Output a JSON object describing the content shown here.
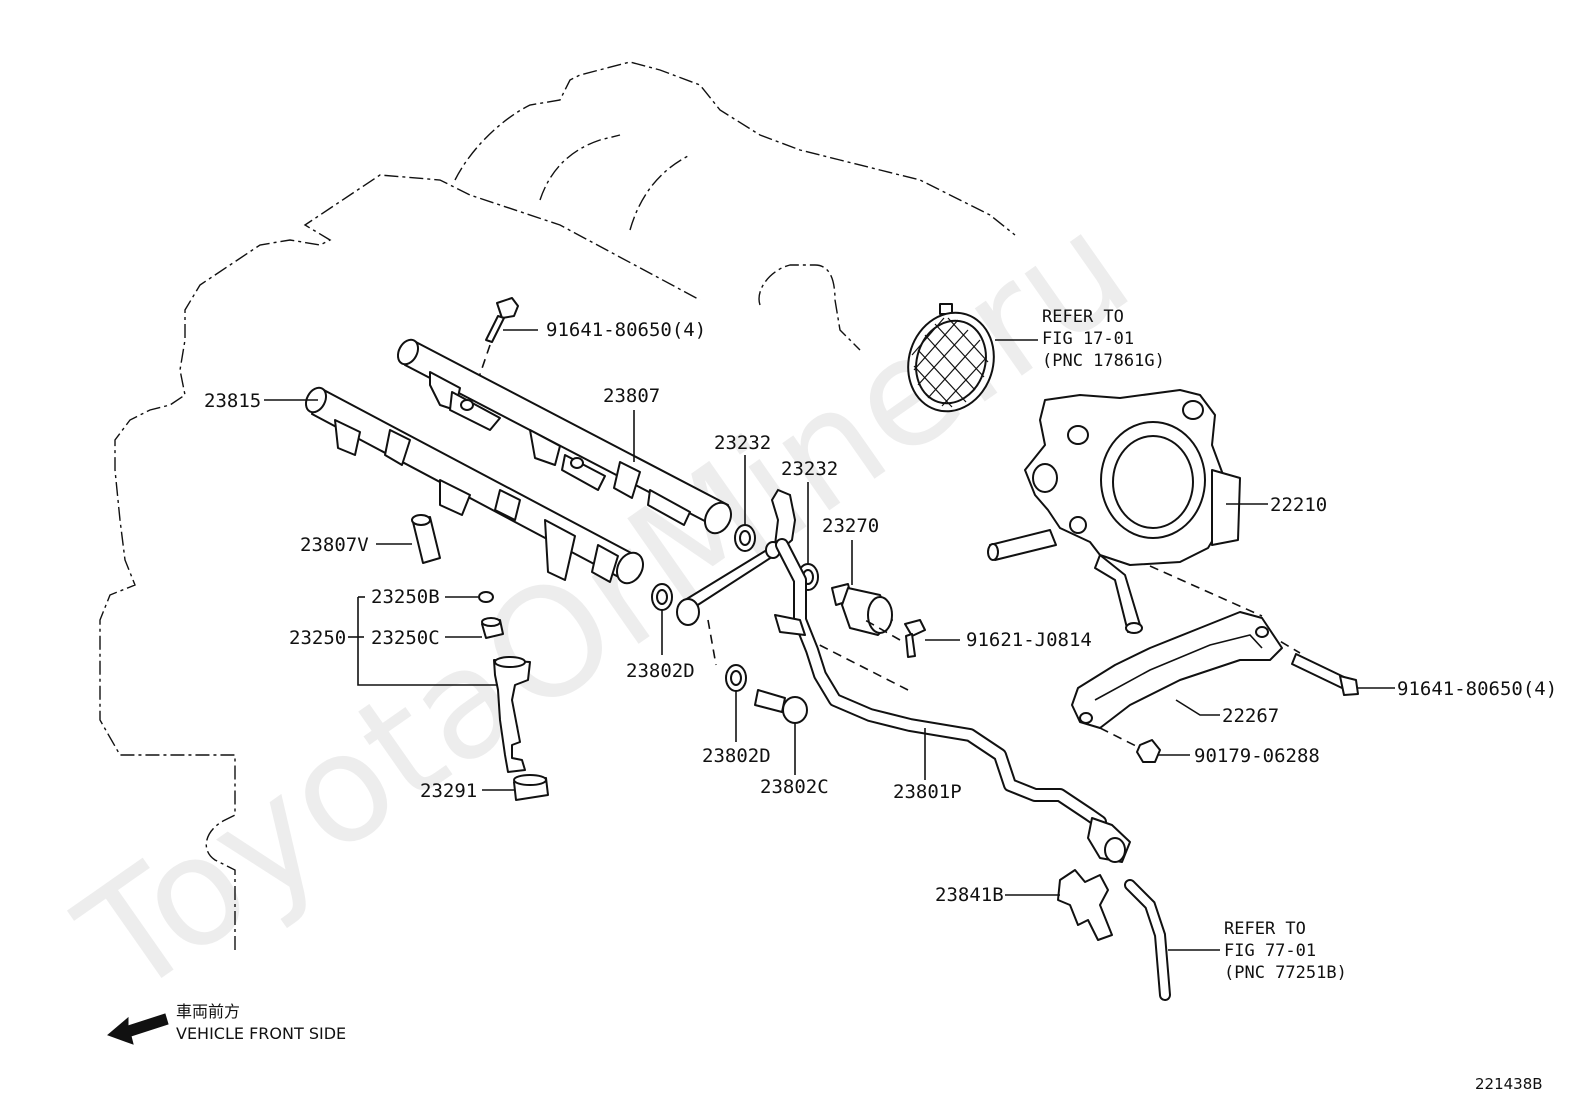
{
  "watermark": "ToyotaOrMine.ru",
  "figure_id": "221438B",
  "direction": {
    "jp": "車両前方",
    "en": "VEHICLE FRONT SIDE"
  },
  "labels": {
    "bolt_top": "91641-80650(4)",
    "rail_lh": "23815",
    "rail_rh": "23807",
    "gasket_a": "23232",
    "gasket_b": "23232",
    "damper": "23270",
    "bolt_damper": "91621-J0814",
    "collar": "23807V",
    "oring": "23250B",
    "cushion": "23250C",
    "injector": "23250",
    "insulator": "23291",
    "gasket_d1": "23802D",
    "gasket_d2": "23802D",
    "union_bolt": "23802C",
    "fuel_pipe": "23801P",
    "clamp": "23841B",
    "throttle_body": "22210",
    "throttle_gasket": "22267",
    "bolt_throttle": "91641-80650(4)",
    "nut": "90179-06288"
  },
  "refer_air": [
    "REFER TO",
    "FIG 17-01",
    "(PNC 17861G)"
  ],
  "refer_hose": [
    "REFER TO",
    "FIG 77-01",
    "(PNC 77251B)"
  ]
}
